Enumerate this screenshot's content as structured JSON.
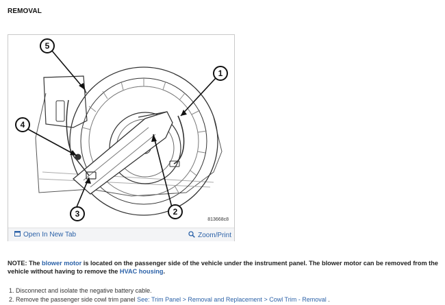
{
  "section": {
    "title": "REMOVAL"
  },
  "figure": {
    "callouts": [
      "1",
      "2",
      "3",
      "4",
      "5"
    ],
    "figure_code": "813668c8",
    "open_tab_label": "Open In New Tab",
    "zoom_label": "Zoom/Print",
    "open_tab_icon": "external-window-icon",
    "zoom_icon": "magnifier-icon"
  },
  "note": {
    "prefix": "NOTE: The ",
    "link1": "blower motor",
    "mid": " is located on the passenger side of the vehicle under the instrument panel. The blower motor can be removed from the vehicle without having to remove the ",
    "link2": "HVAC housing",
    "suffix": "."
  },
  "steps": {
    "step1": "1. Disconnect and isolate the negative battery cable.",
    "step2_prefix": "2. Remove the passenger side cowl trim panel ",
    "step2_link": "See: Trim Panel > Removal and Replacement > Cowl Trim - Removal",
    "step2_suffix": " ."
  },
  "colors": {
    "link": "#2c62a8",
    "border": "#c9c9c9",
    "toolbar_bg": "#f3f4f6"
  }
}
